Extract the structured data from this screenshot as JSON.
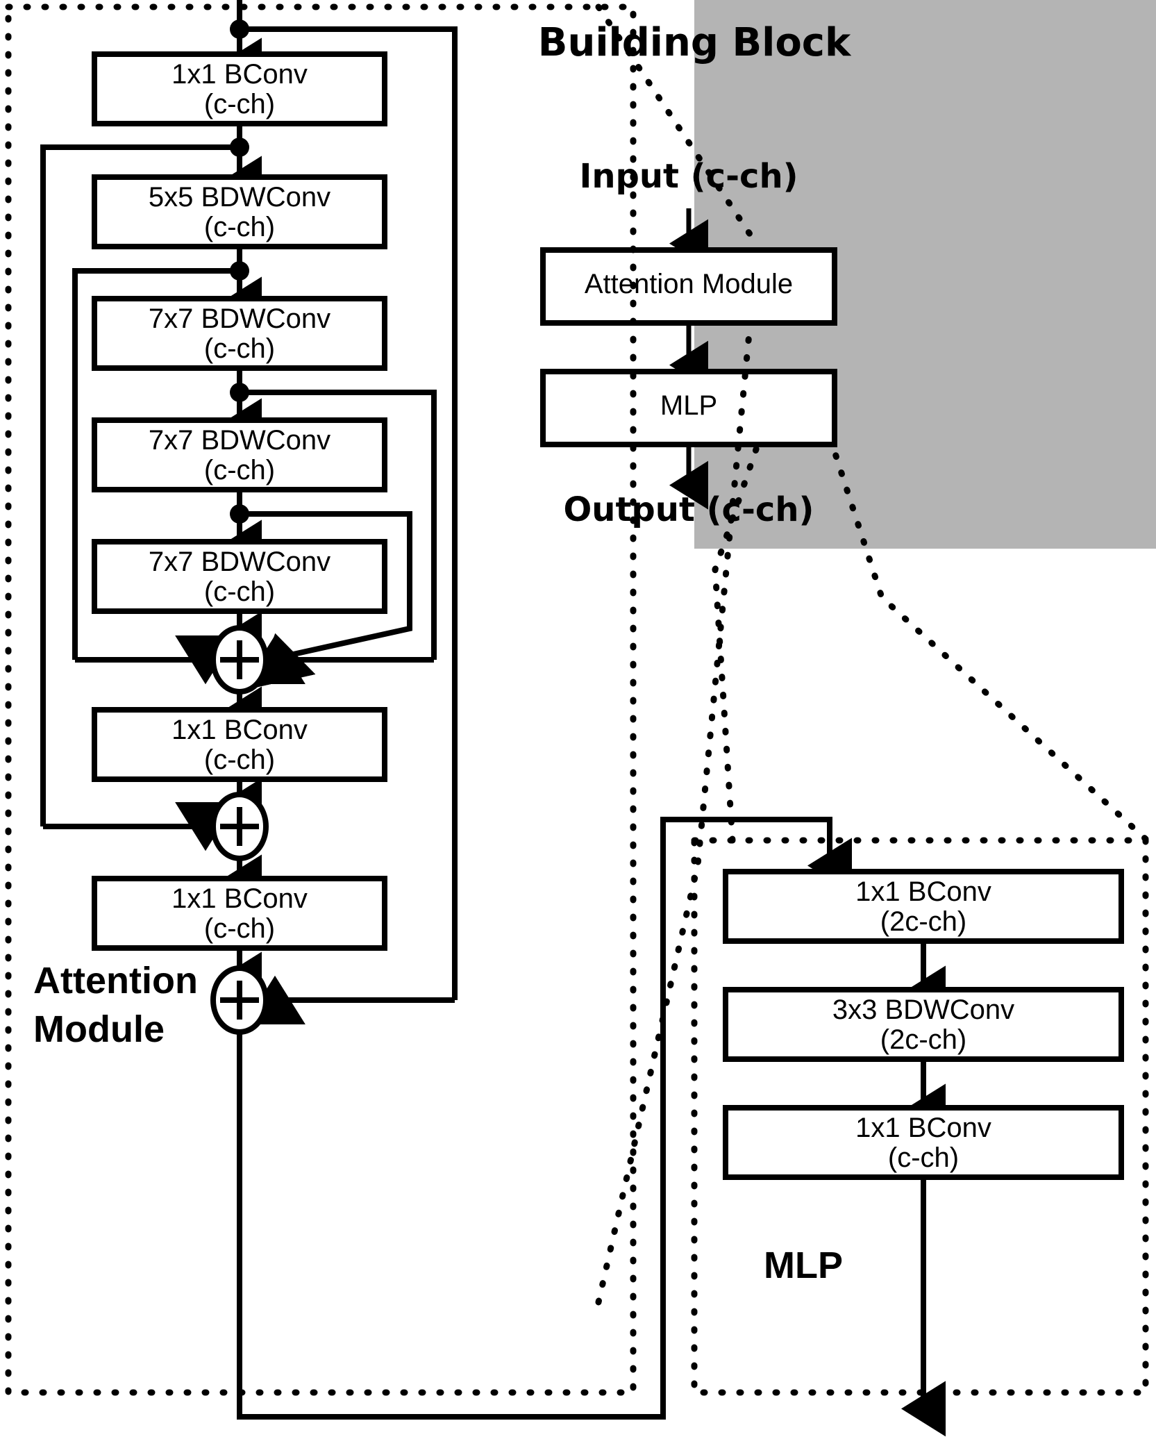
{
  "diagram": {
    "title": "Attention Module and Building Block architecture diagram",
    "colors": {
      "stroke": "#000000",
      "panel_fill": "#b4b4b4",
      "box_fill": "#ffffff",
      "background": "#ffffff"
    }
  },
  "attention_module": {
    "label_line1": "Attention",
    "label_line2": "Module",
    "blocks": [
      {
        "id": "am-b1",
        "line1": "1x1 BConv",
        "line2": "(c-ch)"
      },
      {
        "id": "am-b2",
        "line1": "5x5 BDWConv",
        "line2": "(c-ch)"
      },
      {
        "id": "am-b3",
        "line1": "7x7 BDWConv",
        "line2": "(c-ch)"
      },
      {
        "id": "am-b4",
        "line1": "7x7 BDWConv",
        "line2": "(c-ch)"
      },
      {
        "id": "am-b5",
        "line1": "7x7 BDWConv",
        "line2": "(c-ch)"
      },
      {
        "id": "am-b6",
        "line1": "1x1 BConv",
        "line2": "(c-ch)"
      },
      {
        "id": "am-b7",
        "line1": "1x1 BConv",
        "line2": "(c-ch)"
      }
    ],
    "adders": [
      {
        "id": "am-sum1",
        "symbol": "+"
      },
      {
        "id": "am-sum2",
        "symbol": "+"
      },
      {
        "id": "am-sum3",
        "symbol": "+"
      }
    ]
  },
  "building_block": {
    "title": "Building Block",
    "input_label": "Input (c-ch)",
    "output_label": "Output (c-ch)",
    "blocks": [
      {
        "id": "bb-attn",
        "label": "Attention Module"
      },
      {
        "id": "bb-mlp",
        "label": "MLP"
      }
    ]
  },
  "mlp": {
    "label": "MLP",
    "blocks": [
      {
        "id": "mlp-b1",
        "line1": "1x1 BConv",
        "line2": "(2c-ch)"
      },
      {
        "id": "mlp-b2",
        "line1": "3x3 BDWConv",
        "line2": "(2c-ch)"
      },
      {
        "id": "mlp-b3",
        "line1": "1x1 BConv",
        "line2": "(c-ch)"
      }
    ]
  }
}
